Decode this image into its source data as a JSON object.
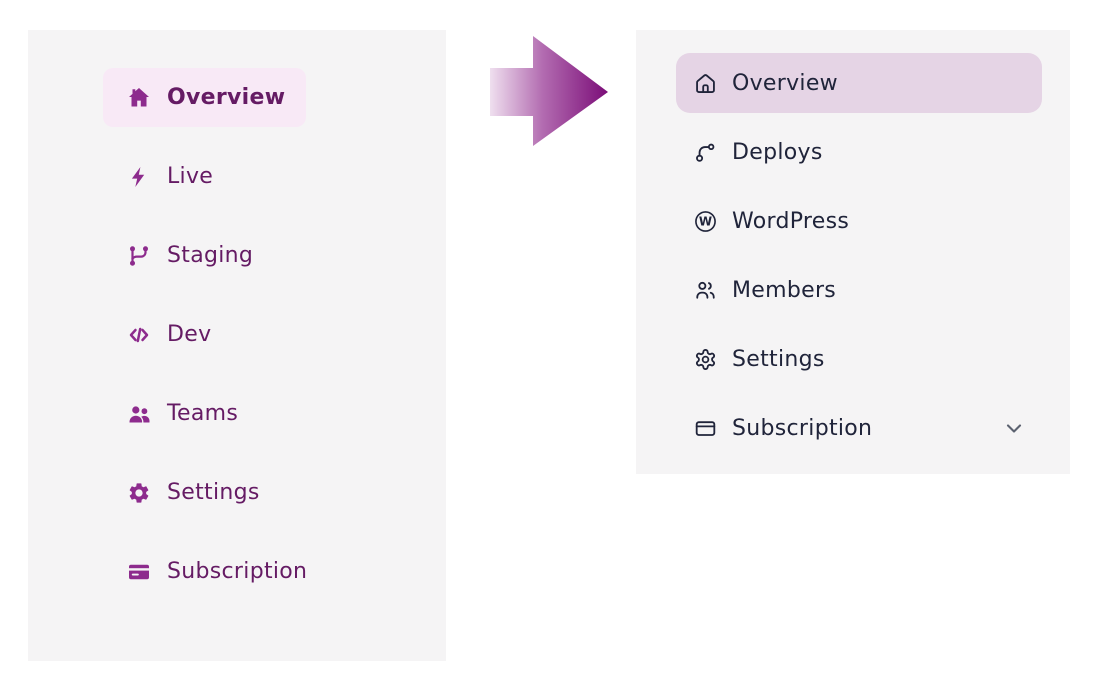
{
  "comparison": {
    "before": {
      "items": [
        {
          "label": "Overview",
          "icon": "home-filled-icon",
          "active": true
        },
        {
          "label": "Live",
          "icon": "bolt-icon",
          "active": false
        },
        {
          "label": "Staging",
          "icon": "git-branch-filled-icon",
          "active": false
        },
        {
          "label": "Dev",
          "icon": "code-icon",
          "active": false
        },
        {
          "label": "Teams",
          "icon": "users-filled-icon",
          "active": false
        },
        {
          "label": "Settings",
          "icon": "gear-filled-icon",
          "active": false
        },
        {
          "label": "Subscription",
          "icon": "credit-card-filled-icon",
          "active": false
        }
      ],
      "colors": {
        "panel_bg": "#f5f4f5",
        "text": "#651b64",
        "icon": "#8d2b8d",
        "active_bg": "#f8e9f6"
      }
    },
    "after": {
      "items": [
        {
          "label": "Overview",
          "icon": "home-outline-icon",
          "active": true
        },
        {
          "label": "Deploys",
          "icon": "deploys-branch-icon",
          "active": false
        },
        {
          "label": "WordPress",
          "icon": "wordpress-icon",
          "active": false
        },
        {
          "label": "Members",
          "icon": "members-icon",
          "active": false
        },
        {
          "label": "Settings",
          "icon": "settings-gear-icon",
          "active": false
        },
        {
          "label": "Subscription",
          "icon": "subscription-card-icon",
          "active": false,
          "has_chevron": true
        }
      ],
      "colors": {
        "panel_bg": "#f5f4f5",
        "text": "#20243a",
        "icon": "#20243a",
        "active_bg": "#e5d4e5",
        "chevron": "#5c6270"
      }
    },
    "arrow": {
      "direction": "right",
      "gradient_from": "#efdfef",
      "gradient_to": "#7b0d78"
    }
  }
}
